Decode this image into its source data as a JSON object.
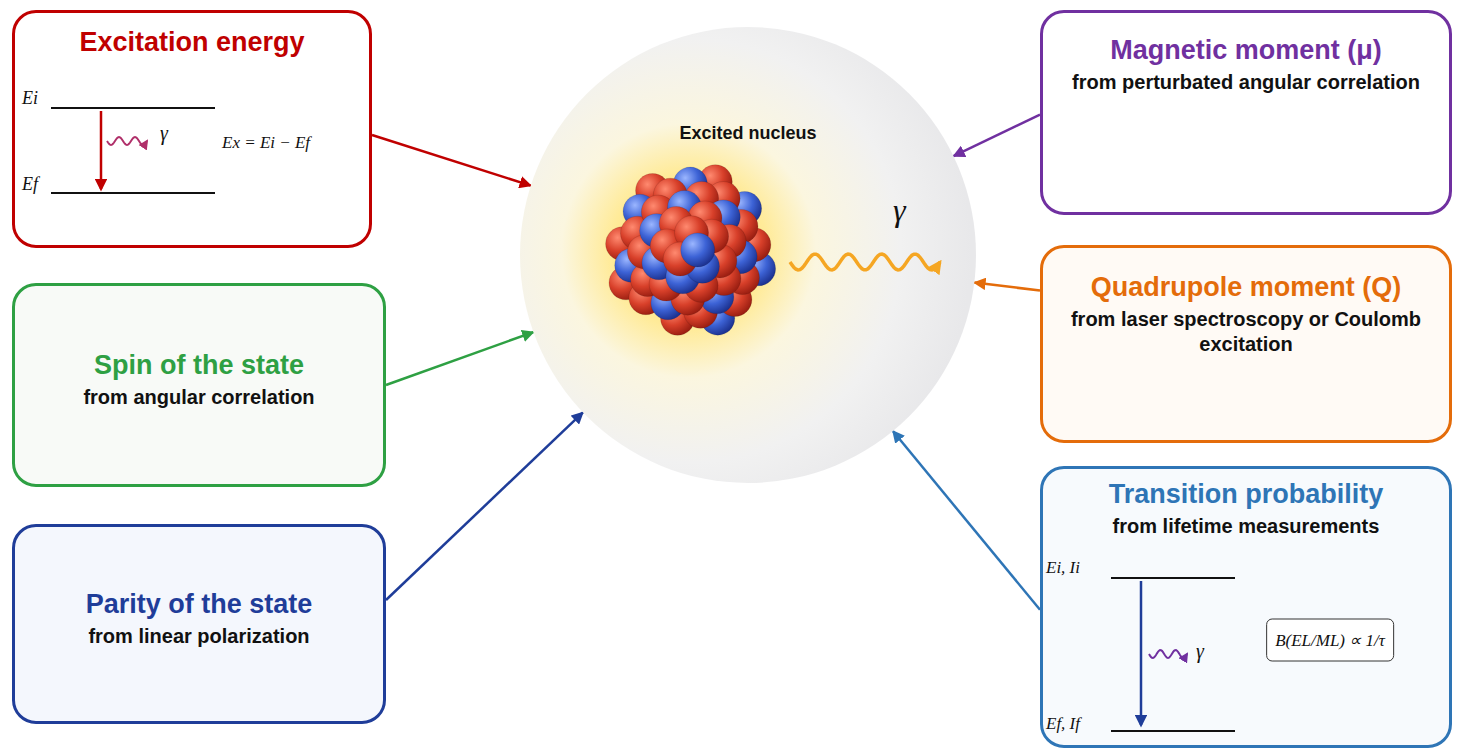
{
  "diagram": {
    "nodes": [
      {
        "text": [
          "Excitation energy"
        ]
      },
      {
        "text": [
          "Magnetic moment (μ)",
          "from perturbated angular correlation"
        ]
      },
      {
        "text": [
          "Excited nucleus"
        ]
      },
      {
        "text": [
          "Spin of the state",
          "from angular correlation"
        ]
      },
      {
        "text": [
          "Quadrupole moment (Q)",
          "from laser spectroscopy or Coulomb excitation"
        ]
      },
      {
        "text": [
          "Parity of the state",
          "from linear polarization"
        ]
      },
      {
        "text": [
          "Transition probability",
          "from lifetime measurements"
        ]
      }
    ],
    "edges": [
      {
        "from": 0,
        "to": 2,
        "arrow": "to"
      },
      {
        "from": 1,
        "to": 2,
        "arrow": "to"
      },
      {
        "from": 3,
        "to": 2,
        "arrow": "to"
      },
      {
        "from": 4,
        "to": 2,
        "arrow": "to"
      },
      {
        "from": 5,
        "to": 2,
        "arrow": "to"
      },
      {
        "from": 6,
        "to": 2,
        "arrow": "to"
      }
    ],
    "labels": [
      "Ei",
      "γ",
      "Ex = Ei − Ef",
      "Ef",
      "γ",
      "Ei, Ii",
      "γ",
      "B(EL/ML) ∝ 1/τ",
      "Ef, If"
    ]
  }
}
